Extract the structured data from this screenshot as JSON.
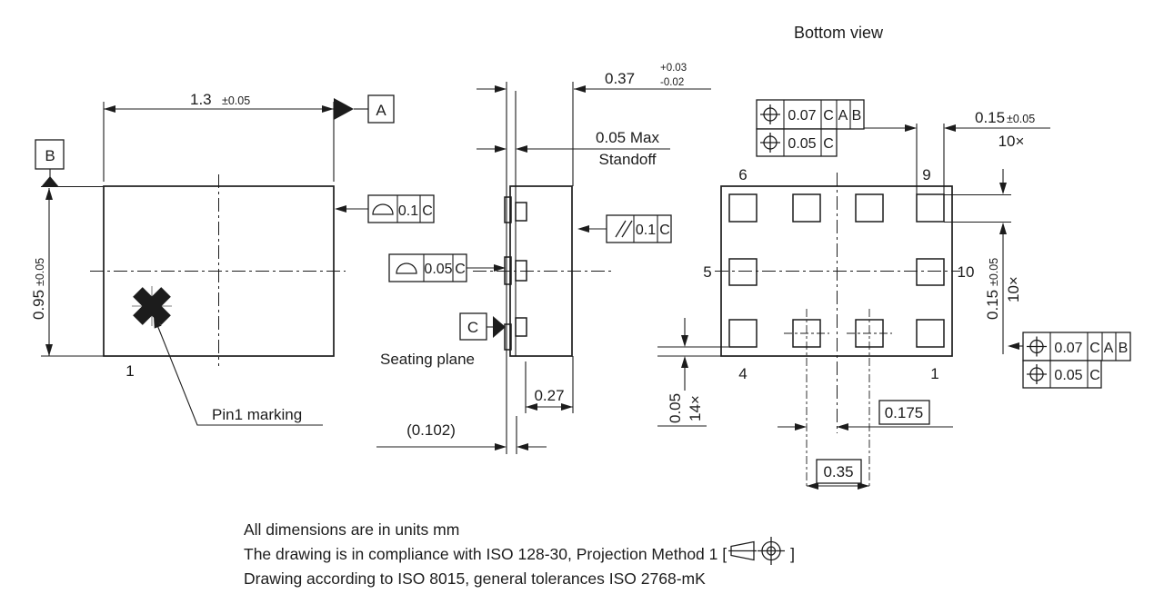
{
  "colors": {
    "ink": "#1c1c1c",
    "bg": "#ffffff"
  },
  "top_view": {
    "width_value": "1.3",
    "width_tol": "±0.05",
    "height_value": "0.95",
    "height_tol": "±0.05",
    "datum_a": "A",
    "datum_b": "B",
    "pin1_number": "1",
    "pin1_marking_label": "Pin1 marking",
    "profile_frame": {
      "value": "0.1",
      "datum": "C"
    }
  },
  "side_view": {
    "thickness_value": "0.37",
    "thickness_tol_plus": "+0.03",
    "thickness_tol_minus": "-0.02",
    "standoff_value": "0.05 Max",
    "standoff_label": "Standoff",
    "profile_frame": {
      "value": "0.05",
      "datum": "C"
    },
    "parallelism_frame": {
      "value": "0.1",
      "datum": "C"
    },
    "datum_c": "C",
    "seating_plane_label": "Seating plane",
    "lead_length": "0.27",
    "lead_thickness_ref": "(0.102)"
  },
  "bottom_view": {
    "title": "Bottom view",
    "pins": {
      "p6": "6",
      "p9": "9",
      "p5": "5",
      "p10": "10",
      "p4": "4",
      "p1": "1"
    },
    "pad_width_value": "0.15",
    "pad_width_tol": "±0.05",
    "pad_width_count": "10×",
    "pad_height_value": "0.15",
    "pad_height_tol": "±0.05",
    "pad_height_count": "10×",
    "pad_edge_value": "0.05",
    "pad_edge_count": "14×",
    "pitch_half": "0.175",
    "pitch": "0.35",
    "fcf_top": {
      "tol1": "0.07",
      "datums1": [
        "C",
        "A",
        "B"
      ],
      "tol2": "0.05",
      "datum2": "C"
    },
    "fcf_right": {
      "tol1": "0.07",
      "datums1": [
        "C",
        "A",
        "B"
      ],
      "tol2": "0.05",
      "datum2": "C"
    }
  },
  "notes": {
    "line1": "All dimensions are in units mm",
    "line2_prefix": "The drawing is in compliance with ISO 128-30, Projection Method 1 [",
    "line2_suffix": "]",
    "line3": "Drawing according to ISO 8015, general tolerances ISO 2768-mK"
  }
}
